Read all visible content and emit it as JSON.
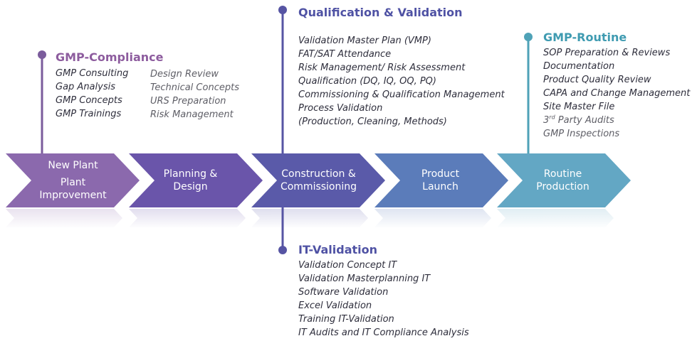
{
  "stages": [
    {
      "lines": [
        "New Plant",
        "Plant",
        "Improvement"
      ],
      "color": "#8b69ad"
    },
    {
      "lines": [
        "Planning &",
        "Design"
      ],
      "color": "#6a55aa"
    },
    {
      "lines": [
        "Construction &",
        "Commissioning"
      ],
      "color": "#5a5aa9"
    },
    {
      "lines": [
        "Product",
        "Launch"
      ],
      "color": "#5b7cba"
    },
    {
      "lines": [
        "Routine",
        "Production"
      ],
      "color": "#63a7c4"
    }
  ],
  "gmp_compliance": {
    "title": "GMP-Compliance",
    "color": "#7b5c9c",
    "col1": [
      "GMP Consulting",
      "Gap Analysis",
      "GMP Concepts",
      "GMP Trainings"
    ],
    "col2": [
      "Design Review",
      "Technical Concepts",
      "URS Preparation",
      "Risk Management"
    ]
  },
  "qualification_validation": {
    "title": "Qualification & Validation",
    "color": "#5654a3",
    "items": [
      "Validation Master Plan (VMP)",
      "FAT/SAT Attendance",
      "Risk Management/ Risk Assessment",
      "Qualification (DQ, IQ, OQ, PQ)",
      "Commissioning & Qualification Management",
      "Process Validation",
      "(Production, Cleaning, Methods)"
    ]
  },
  "gmp_routine": {
    "title": "GMP-Routine",
    "color": "#4fa2b7",
    "items_dark": [
      "SOP Preparation & Reviews",
      "Documentation",
      "Product Quality Review",
      "CAPA and Change Management",
      "Site Master File"
    ],
    "third_party": {
      "prefix": "3",
      "sup": "rd",
      "rest": " Party Audits"
    },
    "items_grey": [
      "GMP Inspections"
    ]
  },
  "it_validation": {
    "title": "IT-Validation",
    "color": "#5654a3",
    "items": [
      "Validation Concept IT",
      "Validation Masterplanning IT",
      "Software Validation",
      "Excel Validation",
      "Training IT-Validation",
      "IT Audits and IT Compliance Analysis"
    ]
  }
}
